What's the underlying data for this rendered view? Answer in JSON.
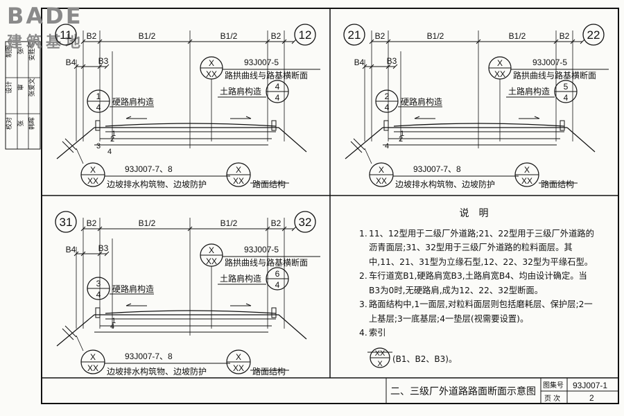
{
  "watermark": {
    "brand": "BADE",
    "chars": "建筑基地"
  },
  "side_block": {
    "col1": [
      "校对",
      "设计",
      "制图"
    ],
    "col2": [
      "张",
      "审",
      "张"
    ],
    "col3": [
      "韩晖",
      "张爱文",
      "安胜琴"
    ]
  },
  "panels": [
    {
      "labels": {
        "left": "11",
        "right": "12"
      },
      "dims": {
        "b1_half_left": "B1/2",
        "b1_half_right": "B1/2",
        "b2_left": "B2",
        "b2_right": "B2",
        "b3": "B3",
        "b4": "B4"
      },
      "ref_center": {
        "top": "X",
        "bottom": "XX",
        "code": "93J007-5",
        "caption": "路拱曲线与路基横断面"
      },
      "ref_left": {
        "top": "1",
        "bottom": "4",
        "caption": "硬路肩构造"
      },
      "ref_right": {
        "top": "4",
        "bottom": "4",
        "caption": "土路肩构造"
      },
      "ref_bottom_left": {
        "top": "X",
        "bottom": "XX",
        "code": "93J007-7、8",
        "caption": "边坡排水构筑物、边坡防护"
      },
      "ref_bottom_right": {
        "top": "X",
        "bottom": "XX",
        "caption": "路面结构"
      },
      "layers": [
        "1",
        "2",
        "3",
        "4"
      ]
    },
    {
      "labels": {
        "left": "21",
        "right": "22"
      },
      "dims": {
        "b1_half_left": "B1/2",
        "b1_half_right": "B1/2",
        "b2_left": "B2",
        "b2_right": "B2",
        "b3": "B3",
        "b4": "B4"
      },
      "ref_center": {
        "top": "X",
        "bottom": "XX",
        "code": "93J007-5",
        "caption": "路拱曲线与路基横断面"
      },
      "ref_left": {
        "top": "2",
        "bottom": "4",
        "caption": "硬路肩构造"
      },
      "ref_right": {
        "top": "5",
        "bottom": "4",
        "caption": "土路肩构造"
      },
      "ref_bottom_left": {
        "top": "X",
        "bottom": "XX",
        "code": "93J007-7、8",
        "caption": "边坡排水构筑物、边坡防护"
      },
      "ref_bottom_right": {
        "top": "X",
        "bottom": "XX",
        "caption": "路面结构"
      },
      "layers": [
        "1",
        "2",
        "4"
      ]
    },
    {
      "labels": {
        "left": "31",
        "right": "32"
      },
      "dims": {
        "b1_half_left": "B1/2",
        "b1_half_right": "B1/2",
        "b2_left": "B2",
        "b2_right": "B2",
        "b3": "B3",
        "b4": "B4"
      },
      "ref_center": {
        "top": "X",
        "bottom": "XX",
        "code": "93J007-5",
        "caption": "路拱曲线与路基横断面"
      },
      "ref_left": {
        "top": "3",
        "bottom": "4",
        "caption": "硬路肩构造"
      },
      "ref_right": {
        "top": "6",
        "bottom": "4",
        "caption": "土路肩构造"
      },
      "ref_bottom_left": {
        "top": "X",
        "bottom": "XX",
        "code": "93J007-7、8",
        "caption": "边坡排水构筑物、边坡防护"
      },
      "ref_bottom_right": {
        "top": "X",
        "bottom": "XX",
        "caption": "路面结构"
      },
      "layers": [
        "1",
        "4"
      ]
    }
  ],
  "notes": {
    "title": "说明",
    "items": [
      {
        "num": "1.",
        "text": "11、12型用于二级厂外道路;21、22型用于三级厂外道路的沥青面层;31、32型用于三级厂外道路的粒料面层。其中,11、21、31型为立缘石型,12、22、32型为平缘石型。"
      },
      {
        "num": "2.",
        "text": "车行道宽B1,硬路肩宽B3,土路肩宽B4、均由设计确定。当B3为0时,无硬路肩,成为12、22、32型断面。"
      },
      {
        "num": "3.",
        "text": "路面结构中,1一面层,对粒料面层则包括磨耗层、保护层;2一上基层;3一底基层;4一垫层(视需要设置)。"
      },
      {
        "num": "4.",
        "text": "索引"
      }
    ],
    "index_symbol": {
      "top": "XX",
      "bottom": "X",
      "caption": "(B1、B2、B3)。"
    }
  },
  "title_block": {
    "title": "二、三级厂外道路路面断面示意图",
    "atlas_label": "图集号",
    "atlas_value": "93J007-1",
    "page_label": "页 次",
    "page_value": "2"
  }
}
